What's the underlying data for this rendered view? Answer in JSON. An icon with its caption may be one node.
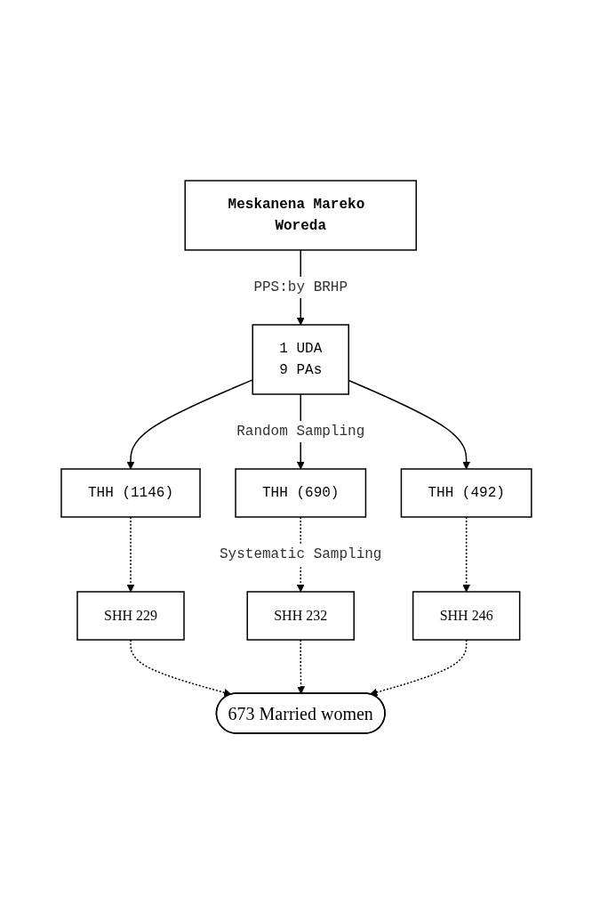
{
  "diagram": {
    "nodes": [
      {
        "text": [
          "Meskanena Mareko Woreda"
        ]
      },
      {
        "text": [
          "1 UDA",
          "9 PAs"
        ]
      },
      {
        "text": [
          "THH (1146)"
        ]
      },
      {
        "text": [
          "THH (690)"
        ]
      },
      {
        "text": [
          "THH (492)"
        ]
      },
      {
        "text": [
          "SHH 229"
        ]
      },
      {
        "text": [
          "SHH 232"
        ]
      },
      {
        "text": [
          "SHH 246"
        ]
      },
      {
        "text": [
          "673 Married women"
        ]
      }
    ],
    "edges": [
      {
        "from": 0,
        "to": 1,
        "arrow": "to",
        "label": "PPS:by BRHP"
      },
      {
        "from": 1,
        "to": 2,
        "arrow": "to"
      },
      {
        "from": 1,
        "to": 3,
        "arrow": "to",
        "label": "Random Sampling"
      },
      {
        "from": 1,
        "to": 4,
        "arrow": "to"
      },
      {
        "from": 2,
        "to": 5,
        "arrow": "to",
        "style": "dashed"
      },
      {
        "from": 3,
        "to": 6,
        "arrow": "to",
        "style": "dashed",
        "label": "Systematic Sampling"
      },
      {
        "from": 4,
        "to": 7,
        "arrow": "to",
        "style": "dashed"
      },
      {
        "from": 5,
        "to": 8,
        "arrow": "to",
        "style": "dashed"
      },
      {
        "from": 6,
        "to": 8,
        "arrow": "to",
        "style": "dashed"
      },
      {
        "from": 7,
        "to": 8,
        "arrow": "to",
        "style": "dashed"
      }
    ]
  }
}
